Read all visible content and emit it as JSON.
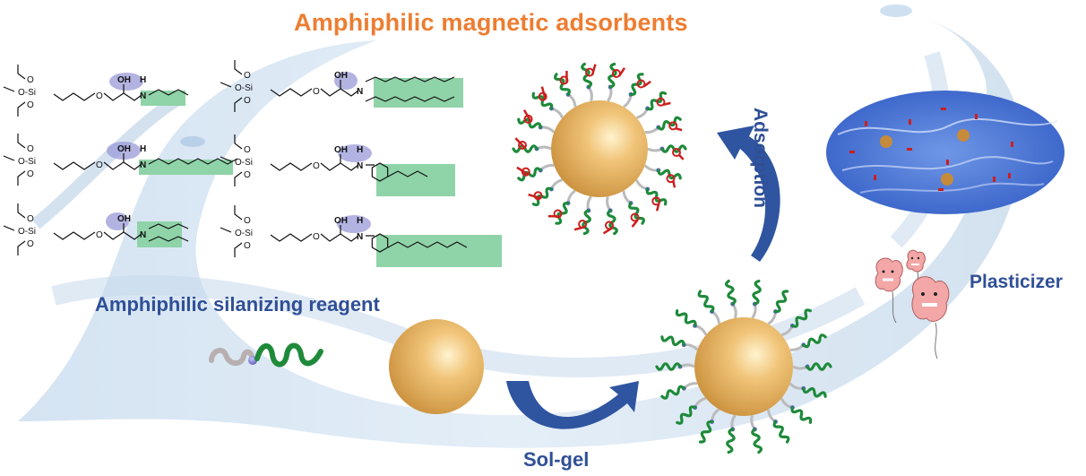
{
  "figure": {
    "title": "Amphiphilic magnetic adsorbents",
    "labels": {
      "silanizing_reagent": "Amphiphilic silanizing reagent",
      "sol_gel": "Sol-gel",
      "adsorption": "Adsorption",
      "plasticizer": "Plasticizer"
    },
    "colors": {
      "title": "#ed7d31",
      "labels": "#2f4f96",
      "arrow": "#2f55a0",
      "hydrophobic_highlight": "#8fd3a8",
      "hydrophilic_highlight": "#9a9ad8",
      "particle": "#e0b060",
      "hydrophobic_chain": "#1e8a3a",
      "adsorbate": "#cc1f1f",
      "water_pool": "#3f6fd0"
    },
    "chemical_structures": [
      {
        "id": "butylamine",
        "column": 1,
        "row": 1,
        "atoms": [
          "O",
          "O",
          "Si",
          "O",
          "O",
          "OH",
          "H",
          "N"
        ],
        "tail": "n-butyl"
      },
      {
        "id": "octylamine",
        "column": 1,
        "row": 2,
        "atoms": [
          "O",
          "O",
          "Si",
          "O",
          "O",
          "OH",
          "H",
          "N"
        ],
        "tail": "n-octyl"
      },
      {
        "id": "dibutylamine",
        "column": 1,
        "row": 3,
        "atoms": [
          "O",
          "O",
          "Si",
          "O",
          "O",
          "OH",
          "N"
        ],
        "tail": "di-n-butyl"
      },
      {
        "id": "dioctylamine",
        "column": 2,
        "row": 1,
        "atoms": [
          "O",
          "O",
          "Si",
          "O",
          "O",
          "OH",
          "N"
        ],
        "tail": "di-n-octyl"
      },
      {
        "id": "butylaniline",
        "column": 2,
        "row": 2,
        "atoms": [
          "O",
          "O",
          "Si",
          "O",
          "O",
          "OH",
          "H",
          "N"
        ],
        "tail": "4-butylphenyl"
      },
      {
        "id": "octylaniline",
        "column": 2,
        "row": 3,
        "atoms": [
          "O",
          "O",
          "Si",
          "O",
          "O",
          "OH",
          "H",
          "N"
        ],
        "tail": "4-octylphenyl"
      }
    ]
  }
}
